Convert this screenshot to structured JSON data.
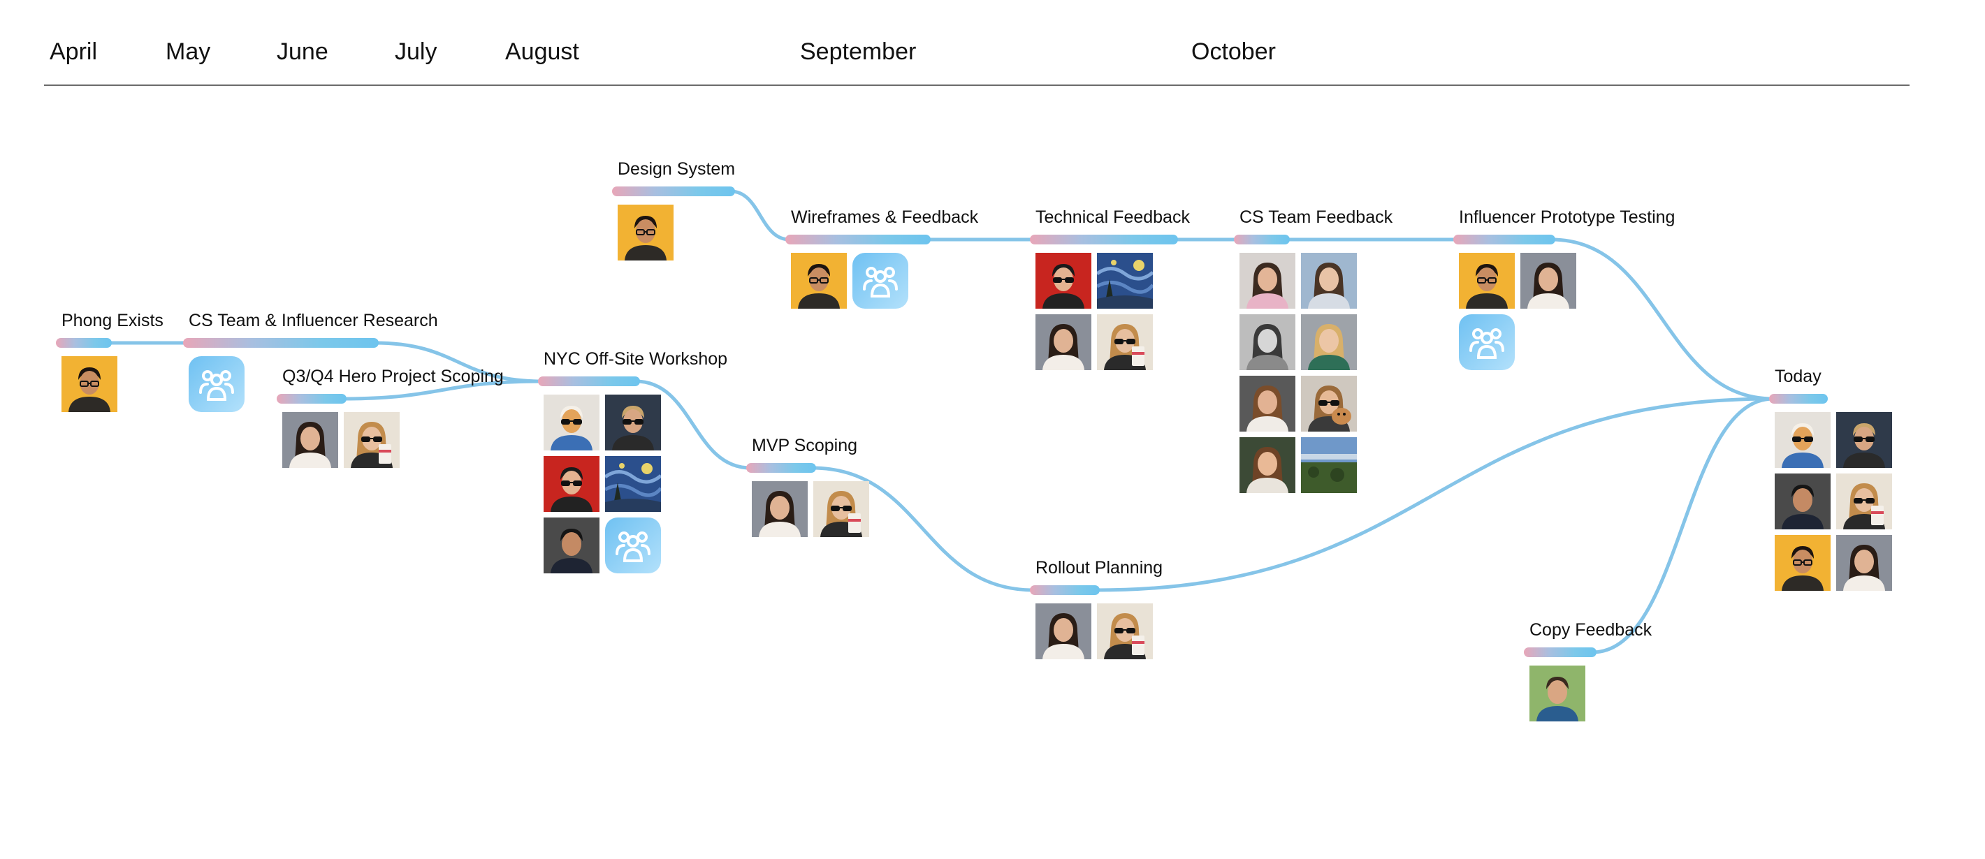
{
  "timeline": {
    "months": [
      "April",
      "May",
      "June",
      "July",
      "August",
      "September",
      "October"
    ]
  },
  "colors": {
    "connector": "#85c4e8",
    "bar_start": "#e8a6b8",
    "bar_end": "#6dc4ee",
    "team_icon_bg": "#8fd0f5"
  },
  "milestones": [
    {
      "id": "phong-exists",
      "title": "Phong Exists",
      "avatars": [
        {
          "icon": "person-glasses-yellow-bg"
        }
      ]
    },
    {
      "id": "cs-team-influencer-research",
      "title": "CS Team & Influencer Research",
      "avatars": [
        {
          "icon": "team-icon"
        }
      ]
    },
    {
      "id": "q3q4-hero-project-scoping",
      "title": "Q3/Q4 Hero Project Scoping",
      "avatars": [
        {
          "icon": "person-woman-dark-hair"
        },
        {
          "icon": "person-sunglasses-cup"
        }
      ]
    },
    {
      "id": "design-system",
      "title": "Design System",
      "avatars": [
        {
          "icon": "person-glasses-yellow-bg"
        }
      ]
    },
    {
      "id": "nyc-offsite-workshop",
      "title": "NYC Off-Site Workshop",
      "avatars": [
        {
          "icon": "person-dog-sunglasses"
        },
        {
          "icon": "person-man-sunglasses"
        },
        {
          "icon": "person-man-red-sunglasses"
        },
        {
          "icon": "starry-night-painting"
        },
        {
          "icon": "person-man-suit"
        },
        {
          "icon": "team-icon"
        }
      ]
    },
    {
      "id": "wireframes-feedback",
      "title": "Wireframes & Feedback",
      "avatars": [
        {
          "icon": "person-glasses-yellow-bg"
        },
        {
          "icon": "team-icon"
        }
      ]
    },
    {
      "id": "mvp-scoping",
      "title": "MVP Scoping",
      "avatars": [
        {
          "icon": "person-woman-dark-hair"
        },
        {
          "icon": "person-sunglasses-cup"
        }
      ]
    },
    {
      "id": "technical-feedback",
      "title": "Technical Feedback",
      "avatars": [
        {
          "icon": "person-man-red-sunglasses"
        },
        {
          "icon": "starry-night-painting"
        },
        {
          "icon": "person-woman-dark-hair"
        },
        {
          "icon": "person-sunglasses-cup"
        }
      ]
    },
    {
      "id": "rollout-planning",
      "title": "Rollout Planning",
      "avatars": [
        {
          "icon": "person-woman-dark-hair"
        },
        {
          "icon": "person-sunglasses-cup"
        }
      ]
    },
    {
      "id": "cs-team-feedback",
      "title": "CS Team Feedback",
      "avatars": [
        {
          "icon": "person-woman-pink"
        },
        {
          "icon": "person-woman-window"
        },
        {
          "icon": "person-woman-bw"
        },
        {
          "icon": "person-woman-blonde"
        },
        {
          "icon": "person-woman-brown-hair"
        },
        {
          "icon": "person-sunglasses-dog"
        },
        {
          "icon": "person-woman-smiling"
        },
        {
          "icon": "landscape-photo"
        }
      ]
    },
    {
      "id": "influencer-prototype-testing",
      "title": "Influencer Prototype Testing",
      "avatars": [
        {
          "icon": "person-glasses-yellow-bg"
        },
        {
          "icon": "person-woman-dark-hair"
        },
        {
          "icon": "team-icon"
        }
      ]
    },
    {
      "id": "copy-feedback",
      "title": "Copy Feedback",
      "avatars": [
        {
          "icon": "person-couple-outdoors"
        }
      ]
    },
    {
      "id": "today",
      "title": "Today",
      "avatars": [
        {
          "icon": "person-dog-sunglasses"
        },
        {
          "icon": "person-man-sunglasses"
        },
        {
          "icon": "person-man-suit"
        },
        {
          "icon": "person-sunglasses-cup"
        },
        {
          "icon": "person-glasses-yellow-bg"
        },
        {
          "icon": "person-woman-dark-hair"
        }
      ]
    }
  ]
}
